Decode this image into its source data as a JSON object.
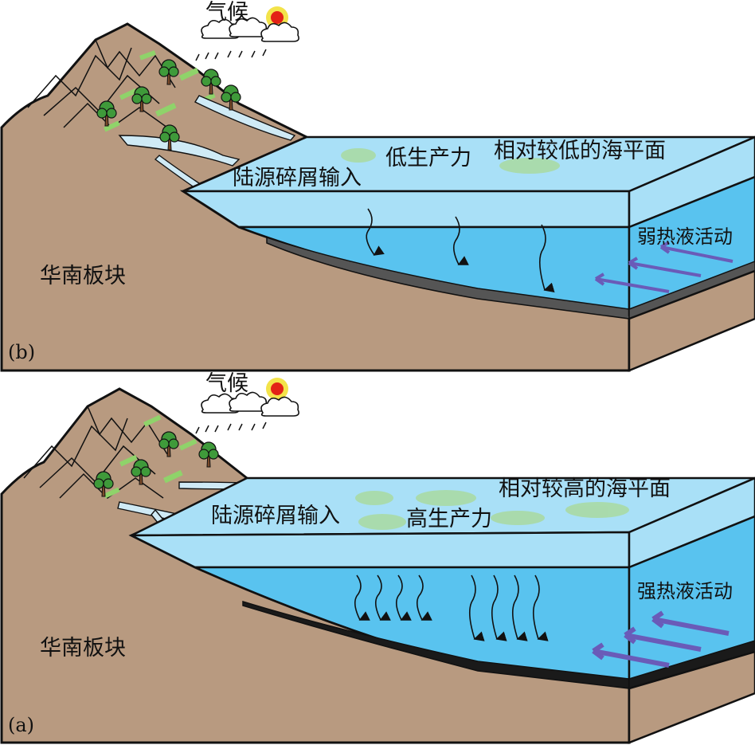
{
  "colors": {
    "land": "#b89a80",
    "sea_surface": "#a9e0f7",
    "sea_deep": "#59c3ef",
    "sediment": "#3a3a3a",
    "plankton": "#a9d9a0",
    "arrow_purple": "#6a5bb8",
    "sun": "#e32216",
    "sun_glow": "#f3e34a"
  },
  "panel_b": {
    "letter": "(b)",
    "climate_label": "气候",
    "productivity_label": "低生产力",
    "sea_level_label": "相对较低的海平面",
    "detritus_label": "陆源碎屑输入",
    "hydrothermal_label": "弱热液活动",
    "plate_label": "华南板块"
  },
  "panel_a": {
    "letter": "(a)",
    "climate_label": "气候",
    "productivity_label": "高生产力",
    "sea_level_label": "相对较高的海平面",
    "detritus_label": "陆源碎屑输入",
    "hydrothermal_label": "强热液活动",
    "plate_label": "华南板块"
  }
}
